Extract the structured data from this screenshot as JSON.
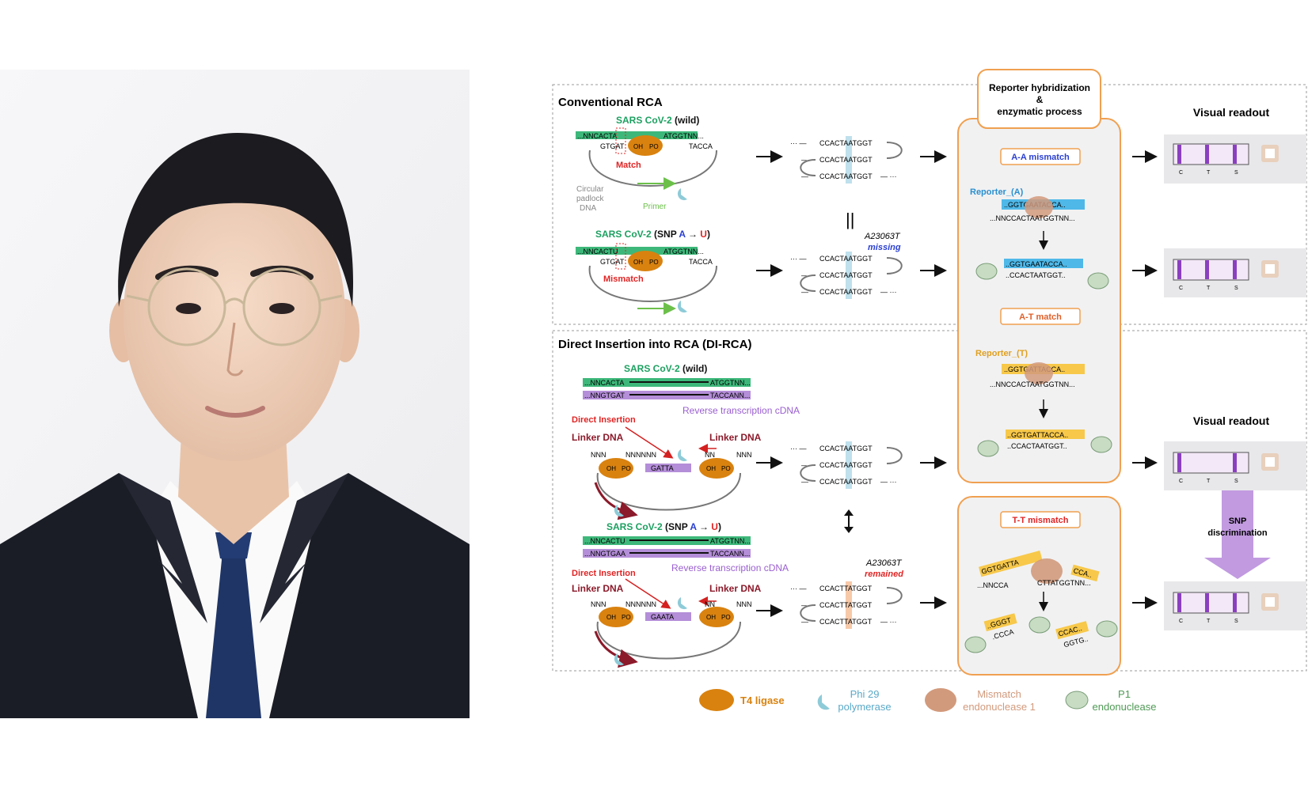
{
  "colors": {
    "dna_green": "#3db87a",
    "cdna_purple": "#b48ed8",
    "ligase_orange": "#d9820f",
    "phi29_blue": "#8ecbd8",
    "mismatch_enz": "#d29a7c",
    "p1_green": "#c7dcc3",
    "box_orange": "#f0a050",
    "wild_green": "#1ca060",
    "red": "#e02424",
    "blue": "#2a3fd0",
    "purple_text": "#9a5fd0"
  },
  "conventional": {
    "title": "Conventional RCA",
    "wild_prefix": "SARS CoV-2",
    "wild_suffix": "(wild)",
    "snp_prefix": "SARS CoV-2",
    "snp_open": "(SNP",
    "snp_a": "A",
    "snp_arrow": "→",
    "snp_u": "U",
    "snp_close": ")",
    "seq_top_wild": "...NNCACTA",
    "seq_top_snp": "...NNCACTU",
    "seq_right_top": "ATGGTNN...",
    "seq_bot_left": "GTGAT",
    "seq_bot_right": "TACCA",
    "oh": "OH",
    "po": "PO",
    "match": "Match",
    "mismatch": "Mismatch",
    "circular": "Circular",
    "padlock": "padlock",
    "dna": "DNA",
    "primer": "Primer",
    "product": "CCACTAATGGT",
    "mutation": "A23063T",
    "missing": "missing",
    "equal": "||"
  },
  "direct": {
    "title": "Direct Insertion into RCA (DI-RCA)",
    "wild_prefix": "SARS CoV-2",
    "wild_suffix": "(wild)",
    "snp_prefix": "SARS CoV-2",
    "snp_open": "(SNP",
    "snp_a": "A",
    "snp_arrow": "→",
    "snp_u": "U",
    "snp_close": ")",
    "wild_rna_l": "...NNCACTA",
    "wild_rna_r": "ATGGTNN...",
    "wild_cdna_l": "...NNGTGAT",
    "wild_cdna_r": "TACCANN...",
    "snp_rna_l": "...NNCACTU",
    "snp_rna_r": "ATGGTNN...",
    "snp_cdna_l": "...NNGTGAA",
    "snp_cdna_r": "TACCANN...",
    "rt_cdna": "Reverse transcription cDNA",
    "direct_insertion": "Direct Insertion",
    "linker_dna": "Linker DNA",
    "nnn": "NNN",
    "nnnnnn": "NNNNNN",
    "nn": "NN",
    "gatta": "GATTA",
    "gaata": "GAATA",
    "product_wild": "CCACTAATGGT",
    "product_snp": "CCACTTATGGT",
    "mutation": "A23063T",
    "remained": "remained"
  },
  "reporter": {
    "header_line1": "Reporter hybridization",
    "header_line2": "&",
    "header_line3": "enzymatic process",
    "aa_mismatch": "A-A mismatch",
    "reporter_a": "Reporter_(A)",
    "rep_a_seq": "..GGTGAATACCA..",
    "target_seq": "...NNCCACTAATGGTNN...",
    "cut_top": "..GGTGAATACCA..",
    "cut_bottom": "..CCACTAATGGT..",
    "at_match": "A-T match",
    "reporter_t": "Reporter_(T)",
    "rep_t_seq": "..GGTGATTACCA..",
    "rep_t_cut_top": "..GGTGATTACCA..",
    "rep_t_cut_bottom": "..CCACTAATGGT..",
    "tt_mismatch": "T-T mismatch",
    "tt_rep": "GGTGATTA",
    "tt_target_l": "...NNCCA",
    "tt_target_r": "CTTATGGTNN...",
    "tt_cca": "CCA..",
    "frag1_top": "..GGGT",
    "frag1_bot": ".CCCA",
    "frag2_top": "CCAC..",
    "frag2_bot": "GGTG.."
  },
  "readout": {
    "visual_readout": "Visual readout",
    "c": "C",
    "t": "T",
    "s": "S",
    "snp_line1": "SNP",
    "snp_line2": "discrimination"
  },
  "legend": {
    "t4_ligase": "T4 ligase",
    "phi29_l1": "Phi 29",
    "phi29_l2": "polymerase",
    "mismatch_l1": "Mismatch",
    "mismatch_l2": "endonuclease 1",
    "p1_l1": "P1",
    "p1_l2": "endonuclease"
  }
}
